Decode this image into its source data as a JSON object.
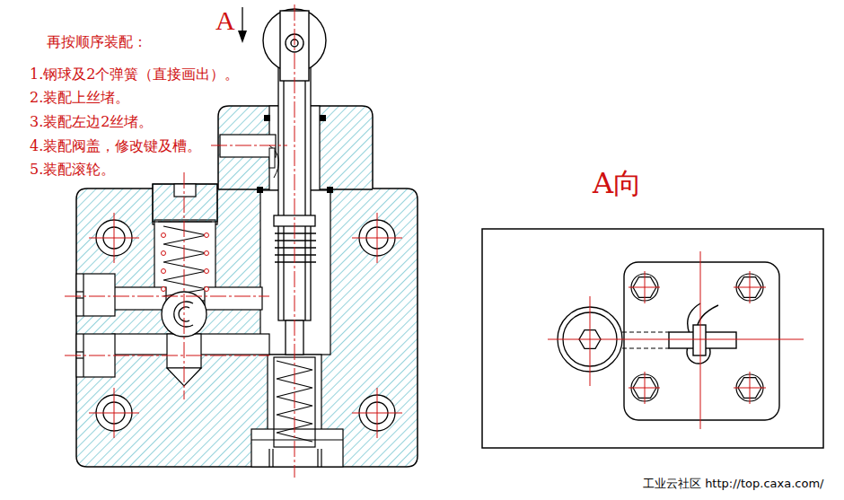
{
  "diagram": {
    "labels": [
      "A",
      "再按顺序装配：",
      "1.钢球及2个弹簧（直接画出）。",
      "2.装配上丝堵。",
      "3.装配左边2丝堵。",
      "4.装配阀盖，修改键及槽。",
      "5.装配滚轮。",
      "A向",
      "工业云社区 http://top.caxa.com/"
    ]
  }
}
